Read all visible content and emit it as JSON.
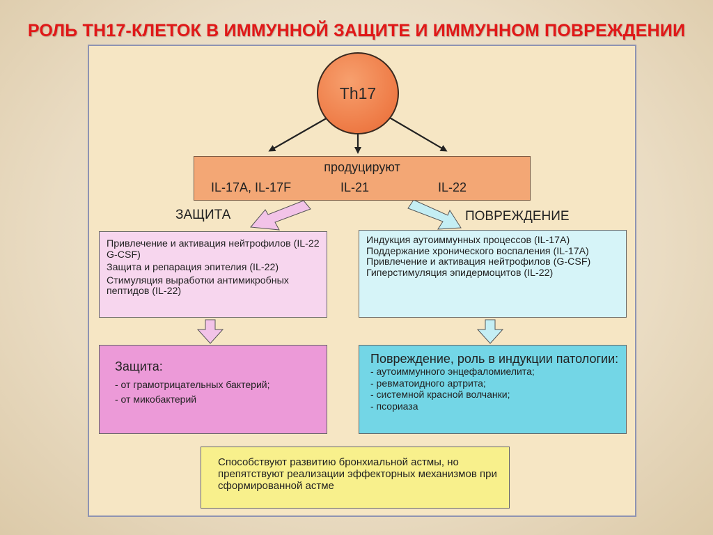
{
  "title": "РОЛЬ ТН17-КЛЕТОК В ИММУННОЙ ЗАЩИТЕ И ИММУННОМ ПОВРЕЖДЕНИИ",
  "cell": {
    "label": "Th17"
  },
  "produces": {
    "label": "продуцируют",
    "items": [
      "IL-17A, IL-17F",
      "IL-21",
      "IL-22"
    ]
  },
  "protection_label": "ЗАЩИТА",
  "damage_label": "ПОВРЕЖДЕНИЕ",
  "protection_mechanisms": [
    "Привлечение и активация нейтрофилов (IL-22 G-CSF)",
    "Защита и репарация эпителия (IL-22)",
    "Стимуляция выработки антимикробных пептидов (IL-22)"
  ],
  "damage_mechanisms": [
    "Индукция аутоиммунных процессов (IL-17A)",
    "Поддержание хронического воспаления (IL-17A)",
    "Привлечение и активация нейтрофилов (G-CSF)",
    "Гиперстимуляция эпидермоцитов (IL-22)"
  ],
  "protection_result": {
    "title": "Защита:",
    "items": [
      "- от грамотрицательных бактерий;",
      "- от микобактерий"
    ]
  },
  "damage_result": {
    "title": "Повреждение, роль в индукции патологии:",
    "items": [
      "- аутоиммунного энцефаломиелита;",
      "- ревматоидного артрита;",
      "- системной красной волчанки;",
      "- псориаза"
    ]
  },
  "asthma_note": "Способствуют развитию бронхиальной астмы, но препятствуют реализации эффекторных механизмов при сформированной астме",
  "colors": {
    "title": "#e01818",
    "panel": "#f6e6c4",
    "cell": "#ee7a45",
    "produce_box": "#f3a775",
    "pink_light": "#f7d6ee",
    "pink": "#ec9ad8",
    "cyan_light": "#d6f4f8",
    "cyan": "#73d6e6",
    "yellow": "#f8f08c"
  }
}
